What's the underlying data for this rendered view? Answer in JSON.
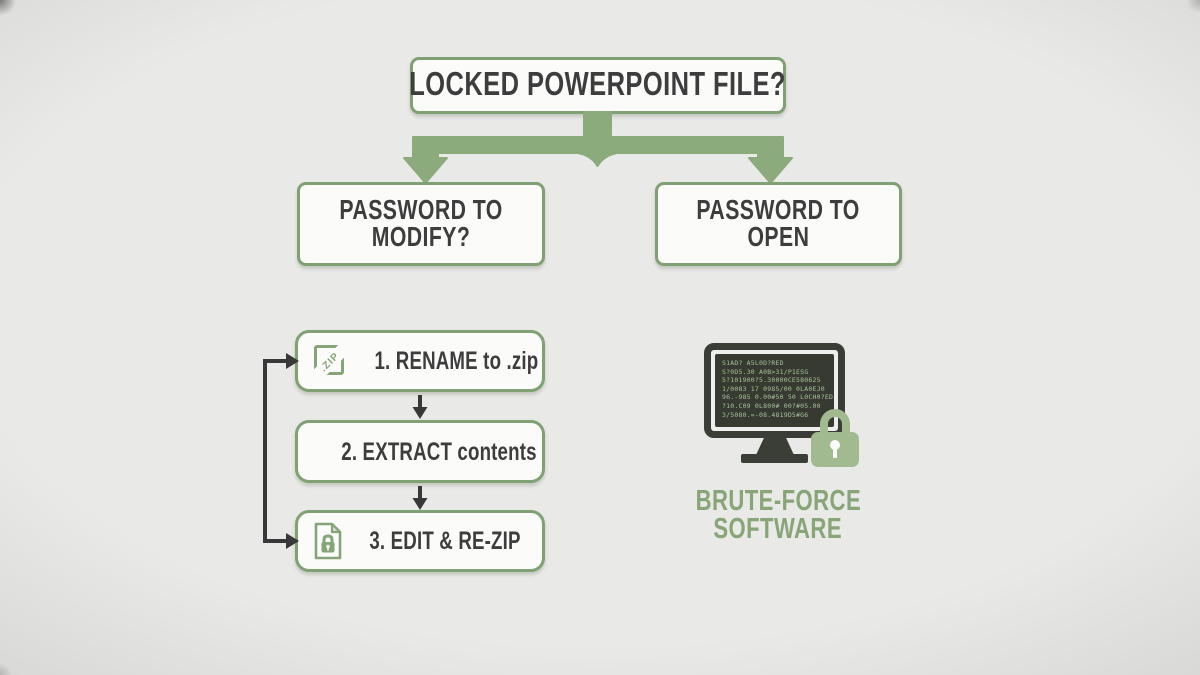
{
  "palette": {
    "background": "#e9e9e7",
    "box_fill": "#fbfbf9",
    "green_border": "#7fa173",
    "arrow_green": "#8cab7c",
    "dark_text": "#3d3d3d",
    "connector_dark": "#383838",
    "monitor_dark": "#3b3e36",
    "screen_fill": "#363a31",
    "screen_text_green": "#a9c09c",
    "lock_green": "#a2ba90",
    "label_green": "#87a577"
  },
  "flowchart": {
    "root": {
      "label": "LOCKED POWERPOINT FILE?"
    },
    "branches": {
      "modify": {
        "line1": "PASSWORD TO",
        "line2": "MODIFY?"
      },
      "open": {
        "line1": "PASSWORD TO",
        "line2": "OPEN"
      }
    },
    "modify_steps": [
      {
        "icon": "rename-zip-icon",
        "icon_text": ".ZIP",
        "label": "1. RENAME to .zip"
      },
      {
        "icon": "folder-open-icon",
        "label": "2. EXTRACT contents"
      },
      {
        "icon": "locked-document-icon",
        "label": "3. EDIT & RE-ZIP"
      }
    ],
    "open_branch": {
      "screen_lines": [
        "S1AD? A5L0D?RED",
        "S?0D5.30 A0B>31/P1ESG",
        "5?101900?5.30000CE580625",
        "1/0083 17 0985/00 0LA0EJ0",
        "96.-985 0.00#50 50 L0CH0?ED",
        "?10.C09 0L800# 00?#05.00",
        "3/5080.=-08.4819D5#G6"
      ],
      "label_line1": "BRUTE-FORCE",
      "label_line2": "SOFTWARE"
    }
  }
}
